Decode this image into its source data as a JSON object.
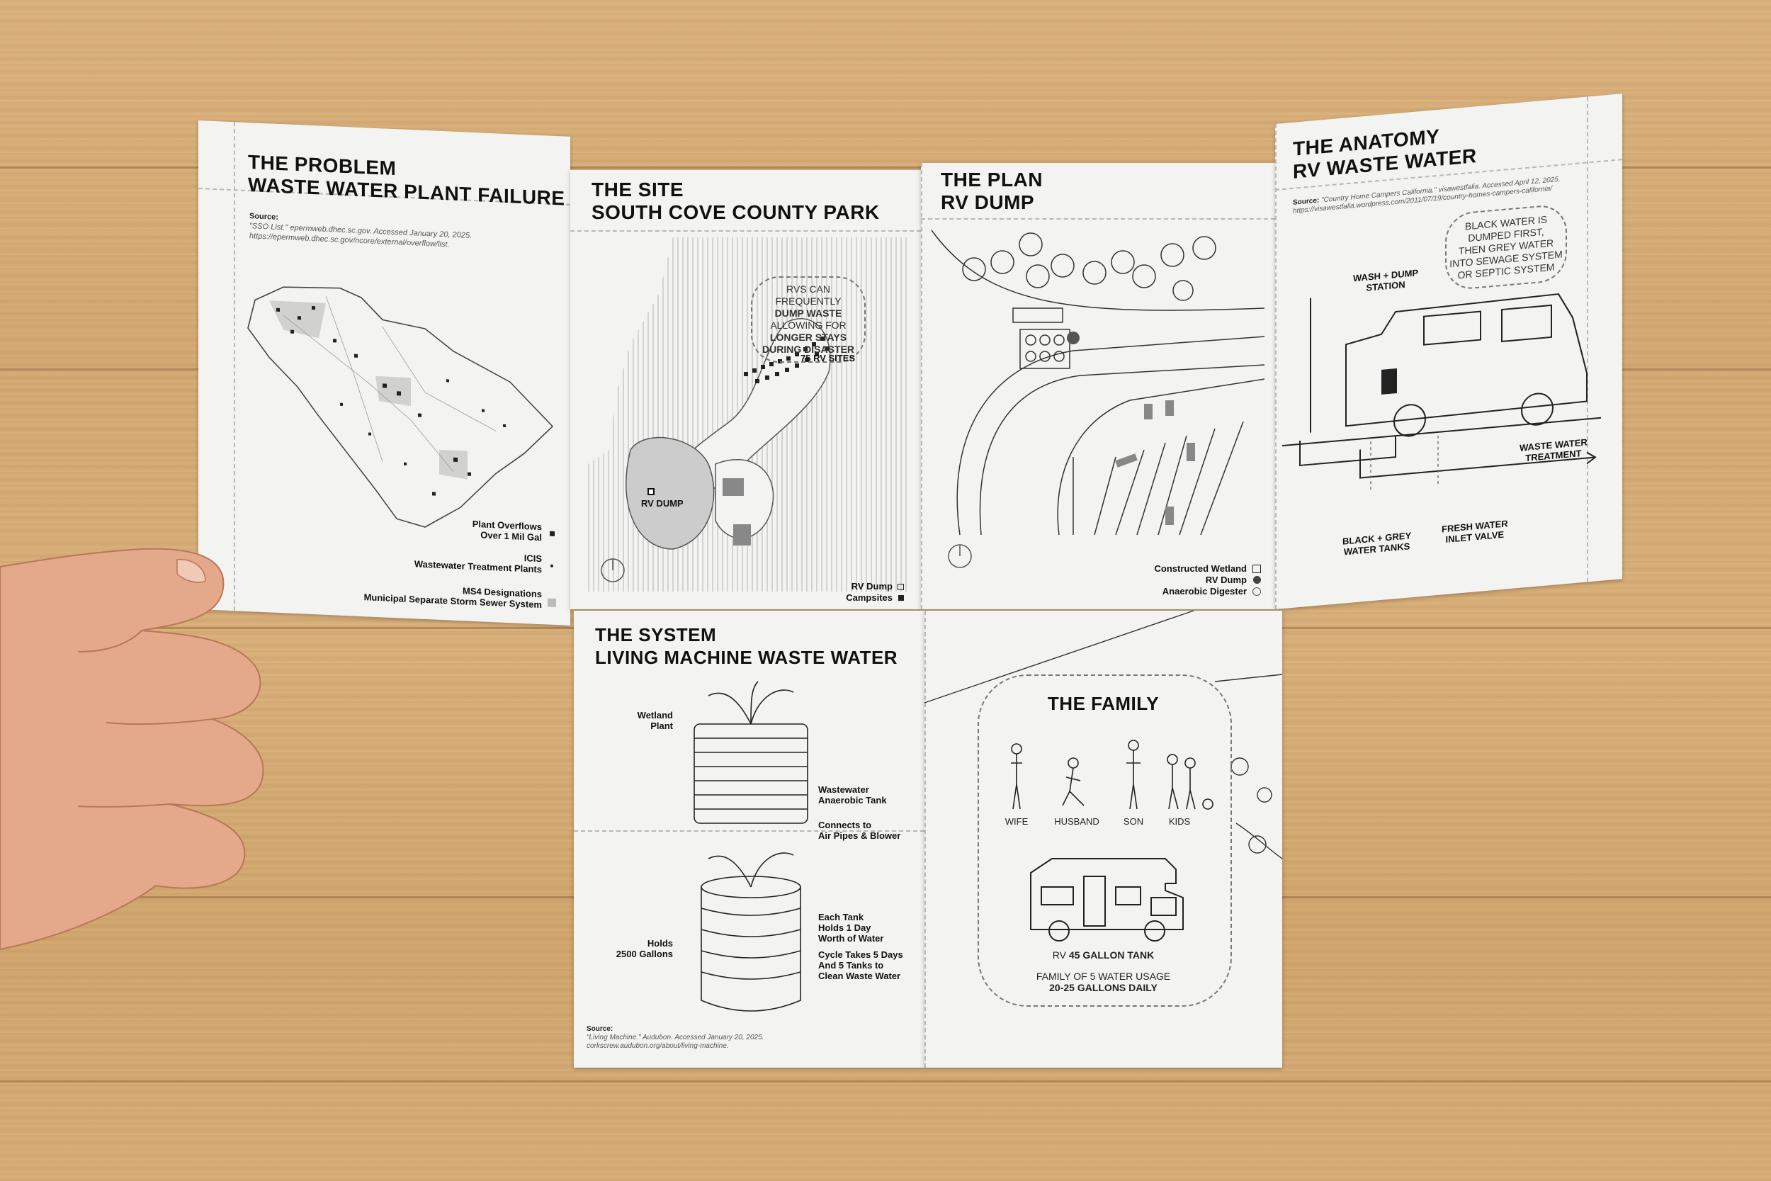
{
  "panels": {
    "problem": {
      "title_1": "THE PROBLEM",
      "title_2": "WASTE WATER PLANT FAILURE",
      "source_label": "Source:",
      "source_text_1": "\"SSO List.\" epermweb.dhec.sc.gov. Accessed January 20, 2025.",
      "source_text_2": "https://epermweb.dhec.sc.gov/ncore/external/overflow/list.",
      "legend": [
        {
          "line1": "Plant Overflows",
          "line2": "Over 1 Mil Gal"
        },
        {
          "line1": "ICIS",
          "line2": "Wastewater Treatment Plants"
        },
        {
          "line1": "MS4 Designations",
          "line2": "Municipal Separate Storm Sewer System"
        }
      ]
    },
    "site": {
      "title_1": "THE SITE",
      "title_2": "SOUTH COVE COUNTY PARK",
      "bubble": [
        "RVS CAN FREQUENTLY",
        "DUMP WASTE",
        "ALLOWING FOR",
        "LONGER STAYS",
        "DURING DISASTER"
      ],
      "rv_sites": "75 RV SITES",
      "rv_dump": "RV DUMP",
      "legend": [
        "RV Dump",
        "Campsites"
      ]
    },
    "plan": {
      "title_1": "THE PLAN",
      "title_2": "RV DUMP",
      "legend": [
        "Constructed Wetland",
        "RV Dump",
        "Anaerobic Digester"
      ]
    },
    "anatomy": {
      "title_1": "THE ANATOMY",
      "title_2": "RV WASTE WATER",
      "source_label": "Source:",
      "source_text_1": "\"Country Home Campers California.\" visawestfalia. Accessed April 12, 2025.",
      "source_text_2": "https://visawestfalia.wordpress.com/2011/07/19/country-homes-campers-california/",
      "bubble": [
        "BLACK WATER IS",
        "DUMPED FIRST,",
        "THEN GREY WATER",
        "INTO SEWAGE SYSTEM",
        "OR SEPTIC SYSTEM"
      ],
      "wash_dump": [
        "WASH + DUMP",
        "STATION"
      ],
      "waste_treatment": [
        "WASTE WATER",
        "TREATMENT"
      ],
      "tanks": [
        "BLACK + GREY",
        "WATER TANKS"
      ],
      "inlet": [
        "FRESH WATER",
        "INLET VALVE"
      ]
    },
    "system": {
      "title_1": "THE SYSTEM",
      "title_2": "LIVING MACHINE WASTE WATER",
      "wetland": [
        "Wetland",
        "Plant"
      ],
      "anaerobic": [
        "Wastewater",
        "Anaerobic Tank"
      ],
      "connects": [
        "Connects to",
        "Air Pipes & Blower"
      ],
      "holds": [
        "Holds",
        "2500 Gallons"
      ],
      "each_tank": [
        "Each Tank",
        "Holds 1 Day",
        "Worth of Water"
      ],
      "cycle": [
        "Cycle Takes 5 Days",
        "And 5 Tanks to",
        "Clean Waste Water"
      ],
      "source_label": "Source:",
      "source_text_1": "\"Living Machine.\" Audubon. Accessed January 20, 2025.",
      "source_text_2": "corkscrew.audubon.org/about/living-machine."
    },
    "family": {
      "title": "THE FAMILY",
      "members": [
        "WIFE",
        "HUSBAND",
        "SON",
        "KIDS"
      ],
      "tank_prefix": "RV",
      "tank_bold": "45 GALLON TANK",
      "usage_1": "FAMILY OF 5 WATER USAGE",
      "usage_2": "20-25 GALLONS DAILY"
    }
  },
  "colors": {
    "paper": "#f3f3f1",
    "ink": "#111111",
    "wood": "#d9b07a"
  }
}
